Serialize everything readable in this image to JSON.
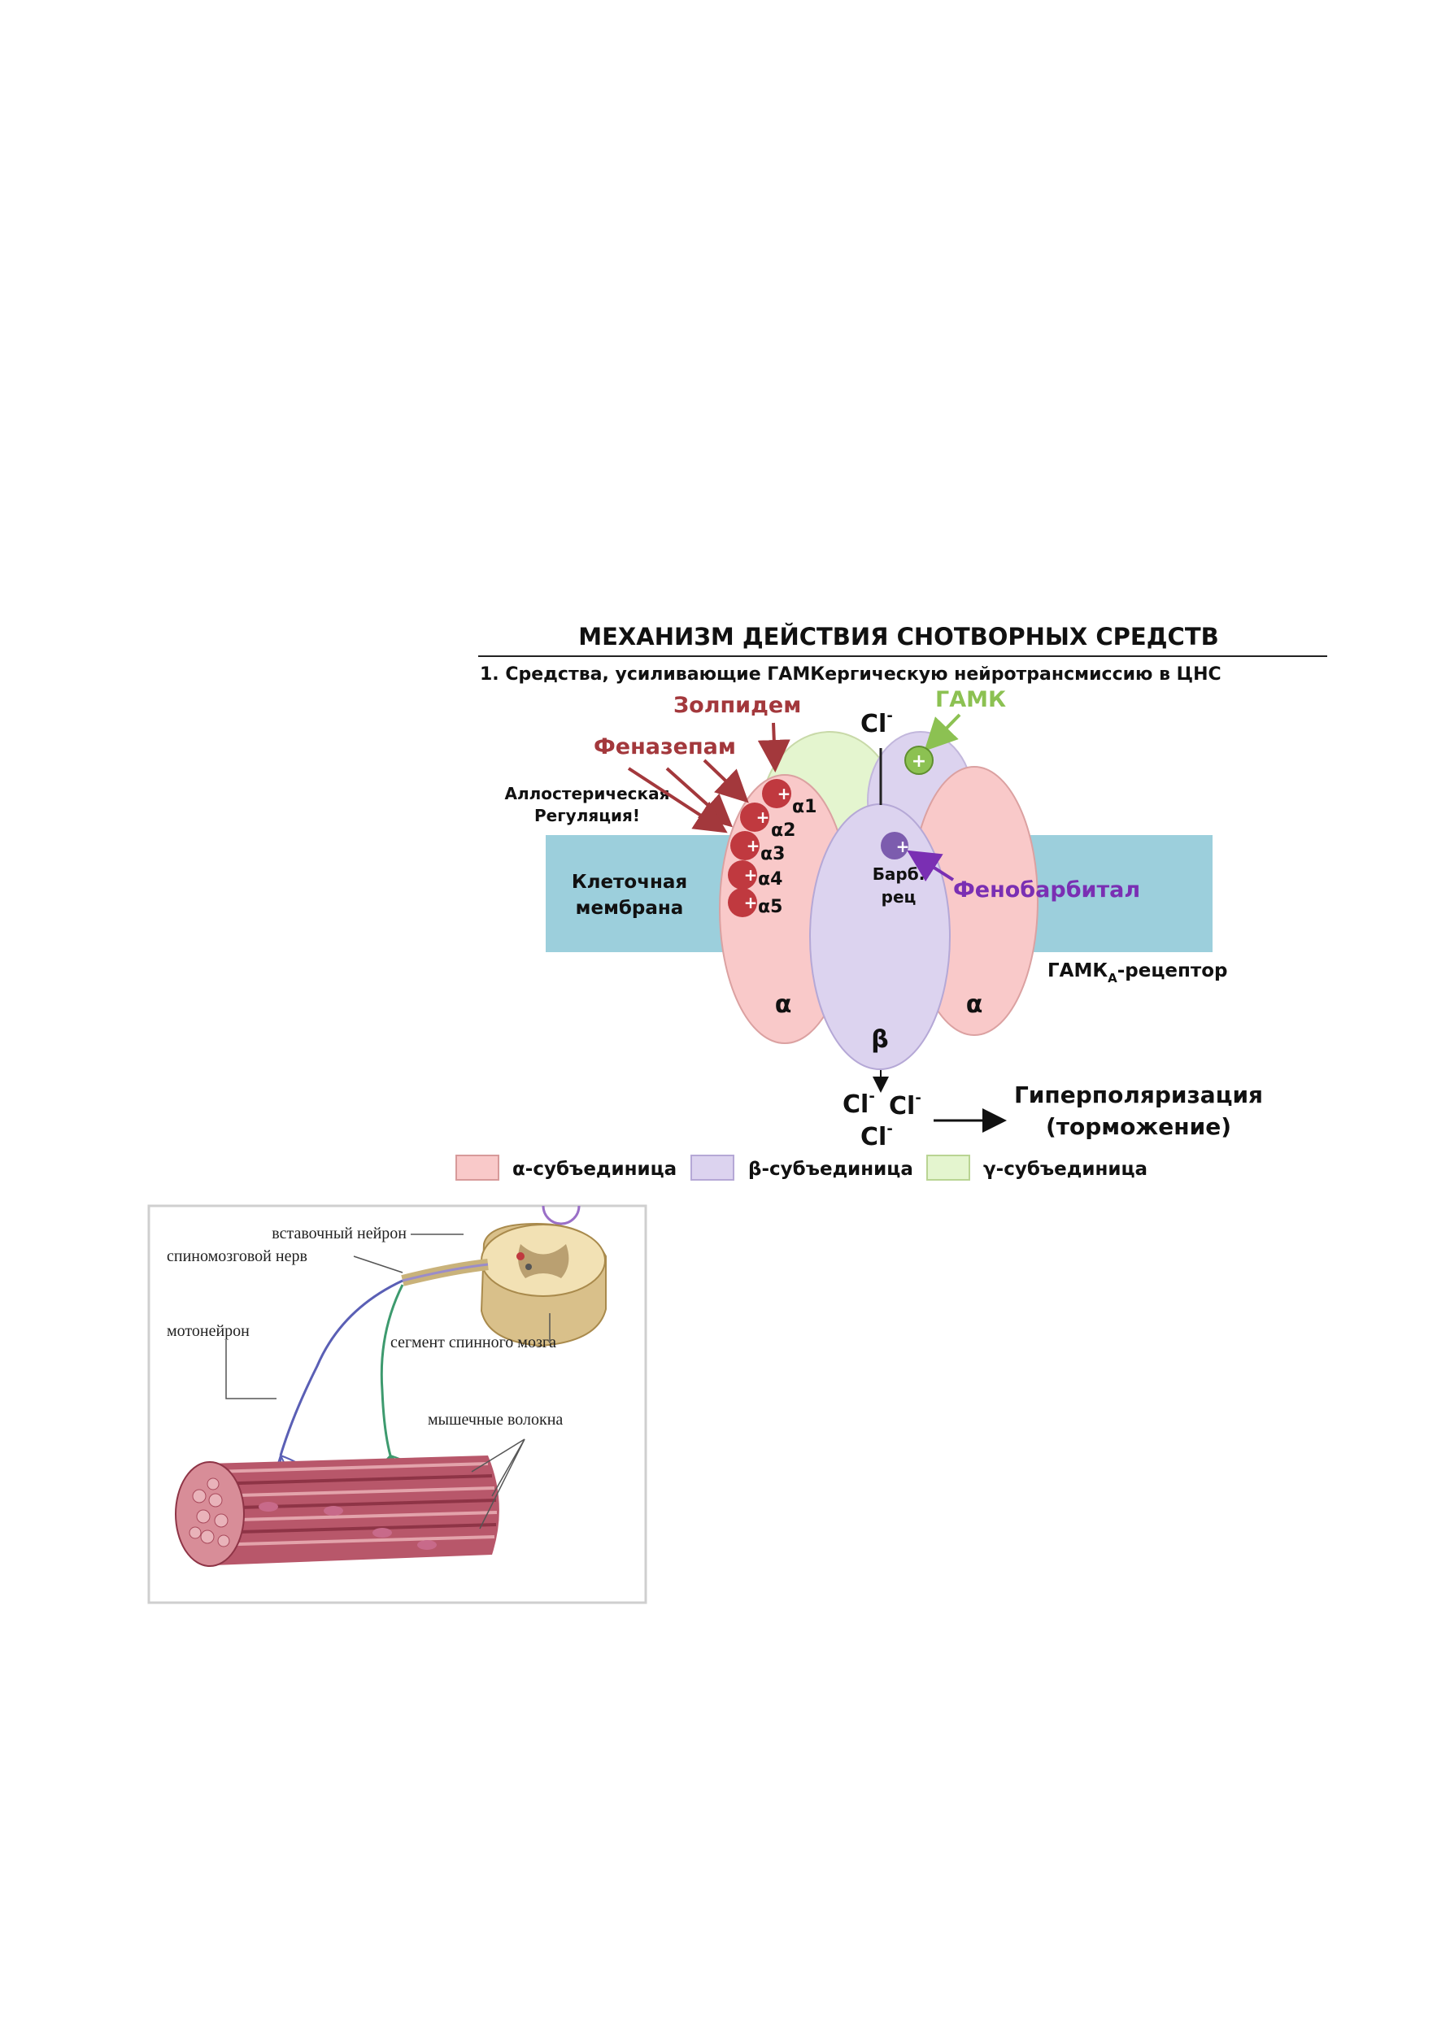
{
  "diagram1": {
    "title": "МЕХАНИЗМ ДЕЙСТВИЯ СНОТВОРНЫХ СРЕДСТВ",
    "subtitle": "1. Средства, усиливающие ГАМКергическую нейротрансмиссию в ЦНС",
    "drugs": {
      "zolpidem": "Золпидем",
      "phenazepam": "Феназепам",
      "gaba": "ГАМК",
      "phenobarbital": "Фенобарбитал"
    },
    "allosteric_line1": "Аллостерическая",
    "allosteric_line2": "Регуляция!",
    "membrane_line1": "Клеточная",
    "membrane_line2": "мембрана",
    "chloride": "Cl",
    "chloride_charge": "-",
    "plus": "+",
    "alpha_sites": [
      "α1",
      "α2",
      "α3",
      "α4",
      "α5"
    ],
    "barb_line1": "Барб.",
    "barb_line2": "рец",
    "alpha": "α",
    "beta": "β",
    "receptor_main": "ГАМК",
    "receptor_sub": "A",
    "receptor_suffix": "-рецептор",
    "hyper_line1": "Гиперполяризация",
    "hyper_line2": "(торможение)",
    "legend": [
      {
        "label": "α-субъединица",
        "color": "#f9c9c9"
      },
      {
        "label": "β-субъединица",
        "color": "#dcd3ef"
      },
      {
        "label": "γ-субъединица",
        "color": "#e4f5cf"
      }
    ],
    "colors": {
      "drug_red": "#a3383c",
      "gaba_green": "#8cc152",
      "barb_purple": "#7a2fb3",
      "membrane": "#9ccfdc",
      "alpha_fill": "#f9c9c9",
      "beta_fill": "#dcd3ef",
      "gamma_fill": "#e4f5cf",
      "site_red": "#c0393f"
    }
  },
  "diagram2": {
    "labels": {
      "interneuron": "вставочный нейрон",
      "spinal_nerve": "спиномозговой нерв",
      "motoneuron": "мотонейрон",
      "segment": "сегмент спинного мозга",
      "fibers": "мышечные волокна"
    }
  }
}
